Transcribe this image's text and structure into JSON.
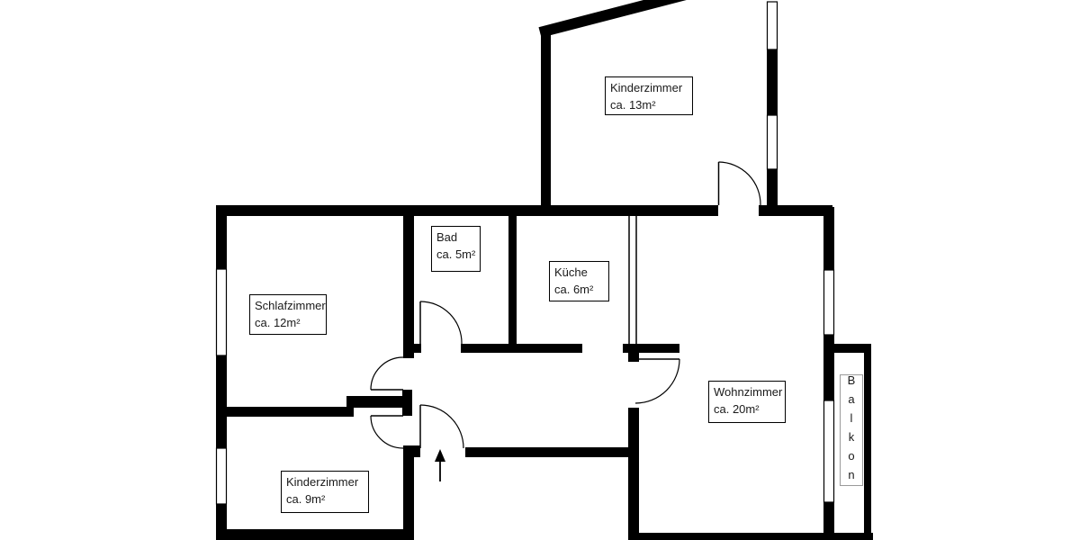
{
  "plan_type": "floor-plan",
  "rooms": [
    {
      "id": "kinderzimmer-top",
      "name": "Kinderzimmer",
      "area": "ca. 13m²"
    },
    {
      "id": "schlafzimmer",
      "name": "Schlafzimmer",
      "area": "ca. 12m²"
    },
    {
      "id": "bad",
      "name": "Bad",
      "area": "ca. 5m²"
    },
    {
      "id": "kueche",
      "name": "Küche",
      "area": "ca. 6m²"
    },
    {
      "id": "wohnzimmer",
      "name": "Wohnzimmer",
      "area": "ca. 20m²"
    },
    {
      "id": "kinderzimmer-bottom",
      "name": "Kinderzimmer",
      "area": "ca. 9m²"
    },
    {
      "id": "balkon",
      "name": "Balkon"
    }
  ],
  "icons": {
    "entrance_arrow": "up-arrow marking apartment entrance"
  },
  "colors": {
    "wall": "#000000",
    "background": "#ffffff",
    "label_border": "#000000",
    "balkon_border": "#9a9a9a"
  }
}
